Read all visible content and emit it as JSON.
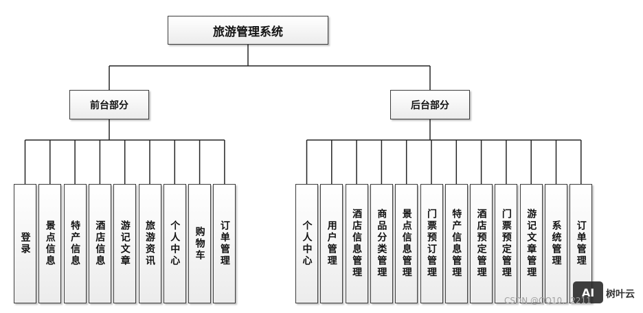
{
  "root": {
    "label": "旅游管理系统"
  },
  "branches": [
    {
      "label": "前台部分",
      "children": [
        "登录",
        "景点信息",
        "特产信息",
        "酒店信息",
        "游记文章",
        "旅游资讯",
        "个人中心",
        "购物车",
        "订单管理"
      ]
    },
    {
      "label": "后台部分",
      "children": [
        "个人中心",
        "用户管理",
        "酒店信息管理",
        "商品分类管理",
        "景点信息管理",
        "门票预订管理",
        "特产信息管理",
        "酒店预定管理",
        "门票预定管理",
        "游记文章管理",
        "系统管理",
        "订单管理"
      ]
    }
  ],
  "watermark": {
    "logo": "AI",
    "brand": "树叶云",
    "csdn": "CSDN @QQ10…2211"
  }
}
